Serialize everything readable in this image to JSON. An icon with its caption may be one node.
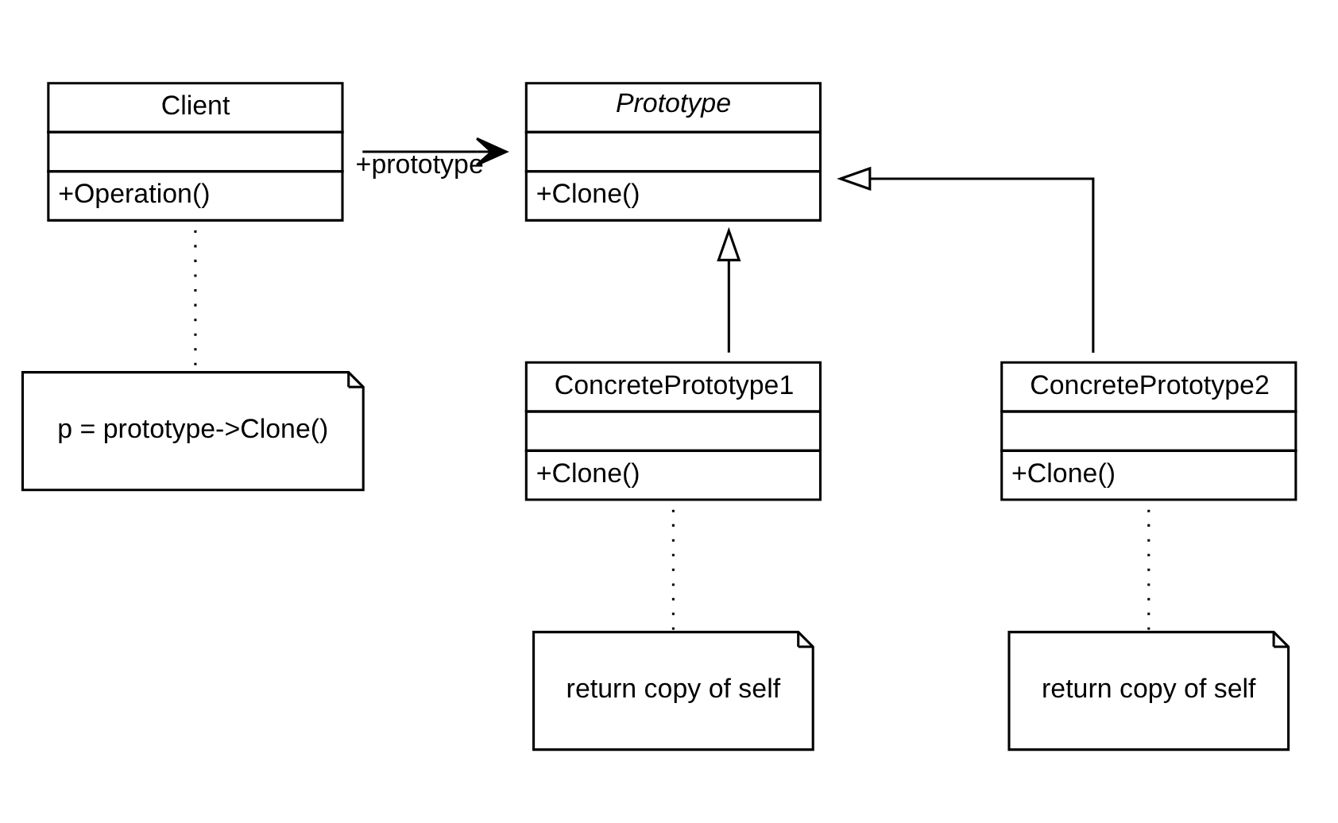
{
  "diagram": {
    "nodes": [
      {
        "text": [
          "Client",
          "+Operation()"
        ]
      },
      {
        "text": [
          "Prototype",
          "+Clone()"
        ]
      },
      {
        "text": [
          "ConcretePrototype1",
          "+Clone()"
        ]
      },
      {
        "text": [
          "ConcretePrototype2",
          "+Clone()"
        ]
      },
      {
        "text": [
          "p = prototype->Clone()"
        ]
      },
      {
        "text": [
          "return copy of self"
        ]
      },
      {
        "text": [
          "return copy of self"
        ]
      }
    ],
    "edges": [
      {
        "from": 0,
        "to": 1,
        "arrow": "to",
        "label": "+prototype"
      },
      {
        "from": 2,
        "to": 1,
        "arrow": "to"
      },
      {
        "from": 3,
        "to": 1,
        "arrow": "to"
      },
      {
        "from": 0,
        "to": 4,
        "arrow": "none",
        "style": "dashed"
      },
      {
        "from": 2,
        "to": 5,
        "arrow": "none",
        "style": "dashed"
      },
      {
        "from": 3,
        "to": 6,
        "arrow": "none",
        "style": "dashed"
      }
    ]
  }
}
